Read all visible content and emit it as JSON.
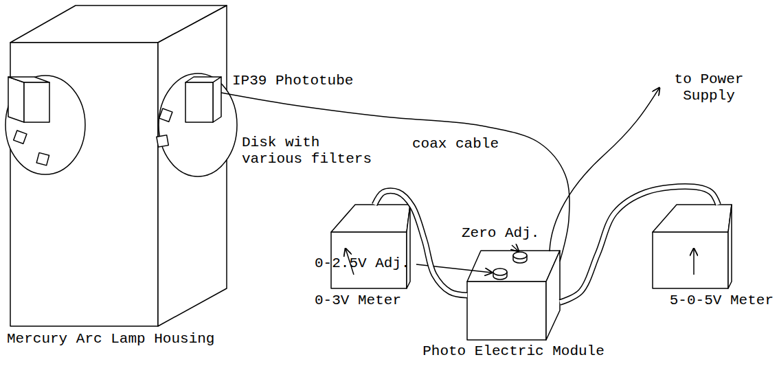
{
  "diagram": {
    "nodes": [
      {
        "text": [
          "Mercury Arc Lamp Housing"
        ]
      },
      {
        "text": [
          "IP39 Phototube"
        ],
        "in": 0
      },
      {
        "text": [
          "0-3V Meter"
        ]
      },
      {
        "text": [
          "Photo Electric Module"
        ]
      },
      {
        "text": [
          "5-0-5V Meter"
        ]
      }
    ],
    "edges": [
      {
        "from": 1,
        "to": 3,
        "label": "coax cable",
        "arrow": "none"
      },
      {
        "from": 3,
        "to": 2,
        "arrow": "none"
      },
      {
        "from": 3,
        "to": 4,
        "arrow": "none"
      }
    ],
    "labels": [
      "Disk with various filters",
      "to Power Supply",
      "Zero Adj.",
      "0-2.5V Adj."
    ]
  }
}
